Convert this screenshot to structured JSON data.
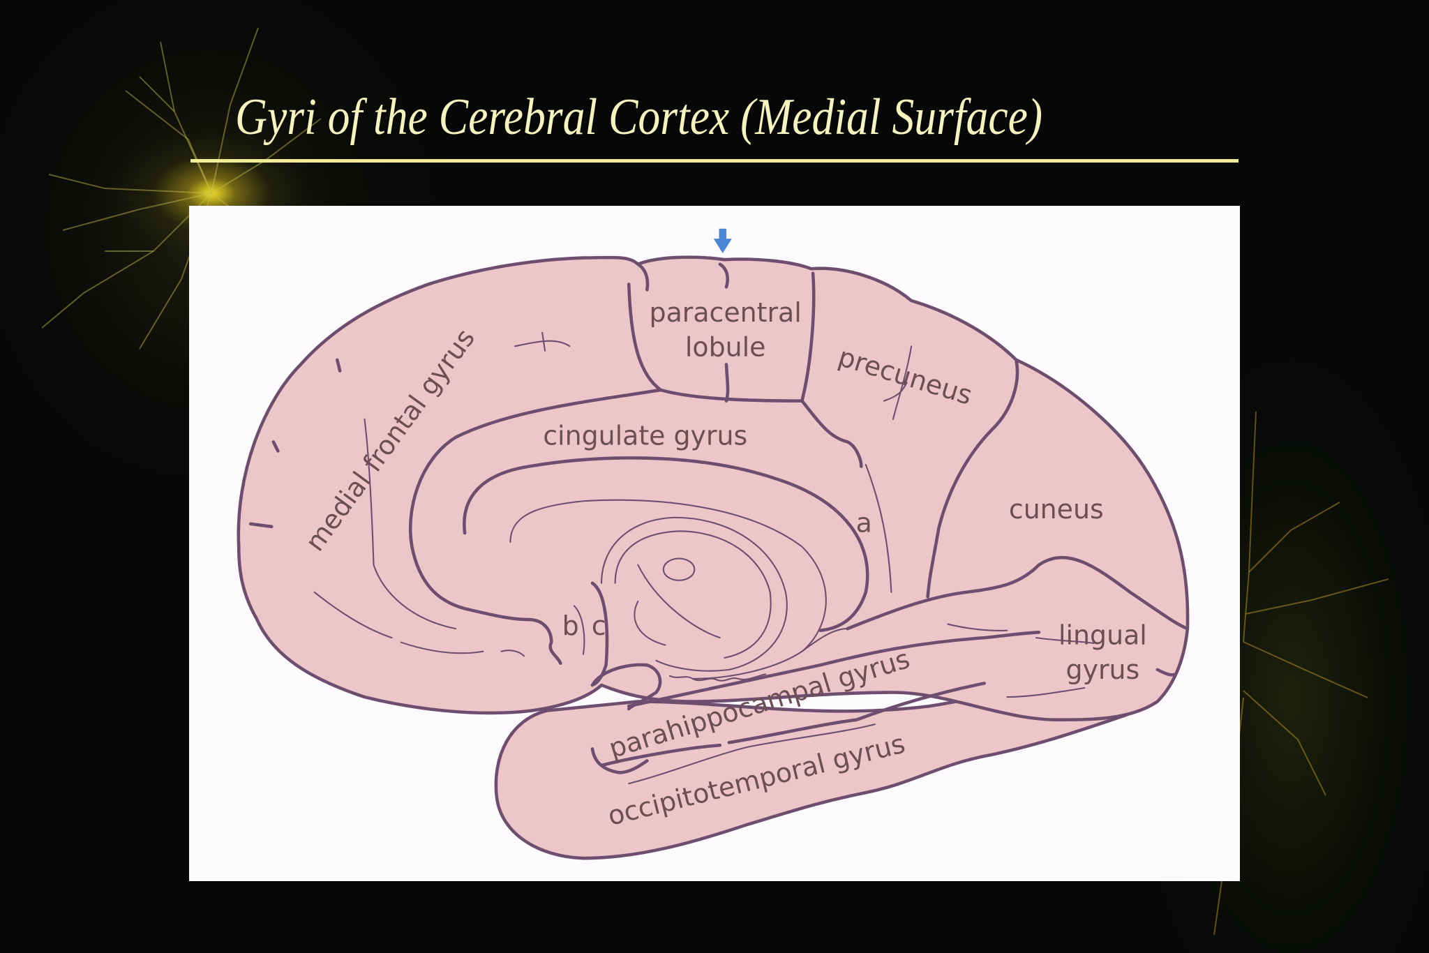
{
  "slide": {
    "title": "Gyri of the Cerebral Cortex (Medial Surface)",
    "colors": {
      "background": "#060807",
      "title_text": "#f7f3c0",
      "title_rule": "#f3ec97",
      "panel": "#fdfbfd",
      "brain_fill": "#ecc6c9",
      "brain_outline": "#6e4e6e",
      "label_text": "#6b4f55",
      "arrow": "#4a86d4"
    }
  },
  "diagram": {
    "marker": "arrow-down",
    "labels": {
      "paracentral_1": "paracentral",
      "paracentral_2": "lobule",
      "precuneus": "precuneus",
      "medial_frontal": "medial frontal gyrus",
      "cingulate": "cingulate gyrus",
      "cuneus": "cuneus",
      "a": "a",
      "b": "b",
      "c": "c",
      "lingual_1": "lingual",
      "lingual_2": "gyrus",
      "parahippocampal": "parahippocampal gyrus",
      "occipitotemporal": "occipitotemporal gyrus"
    }
  }
}
